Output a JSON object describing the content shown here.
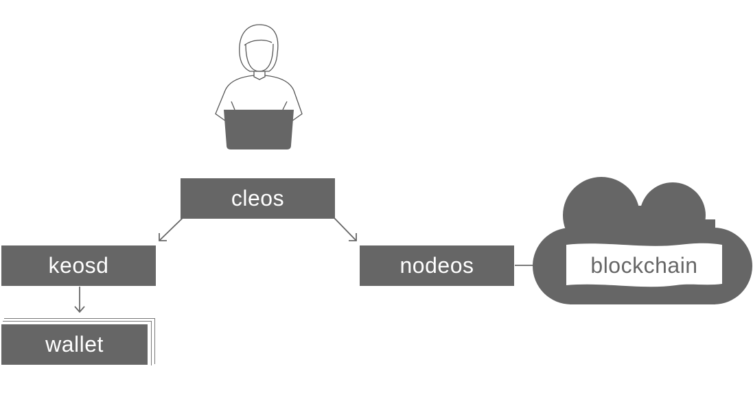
{
  "nodes": {
    "cleos": "cleos",
    "keosd": "keosd",
    "nodeos": "nodeos",
    "wallet": "wallet",
    "blockchain": "blockchain"
  },
  "icons": {
    "user": "person-at-laptop-icon",
    "cloud": "cloud-icon"
  },
  "colors": {
    "box_fill": "#666666",
    "box_text": "#ffffff",
    "line": "#666666",
    "background": "#ffffff"
  }
}
